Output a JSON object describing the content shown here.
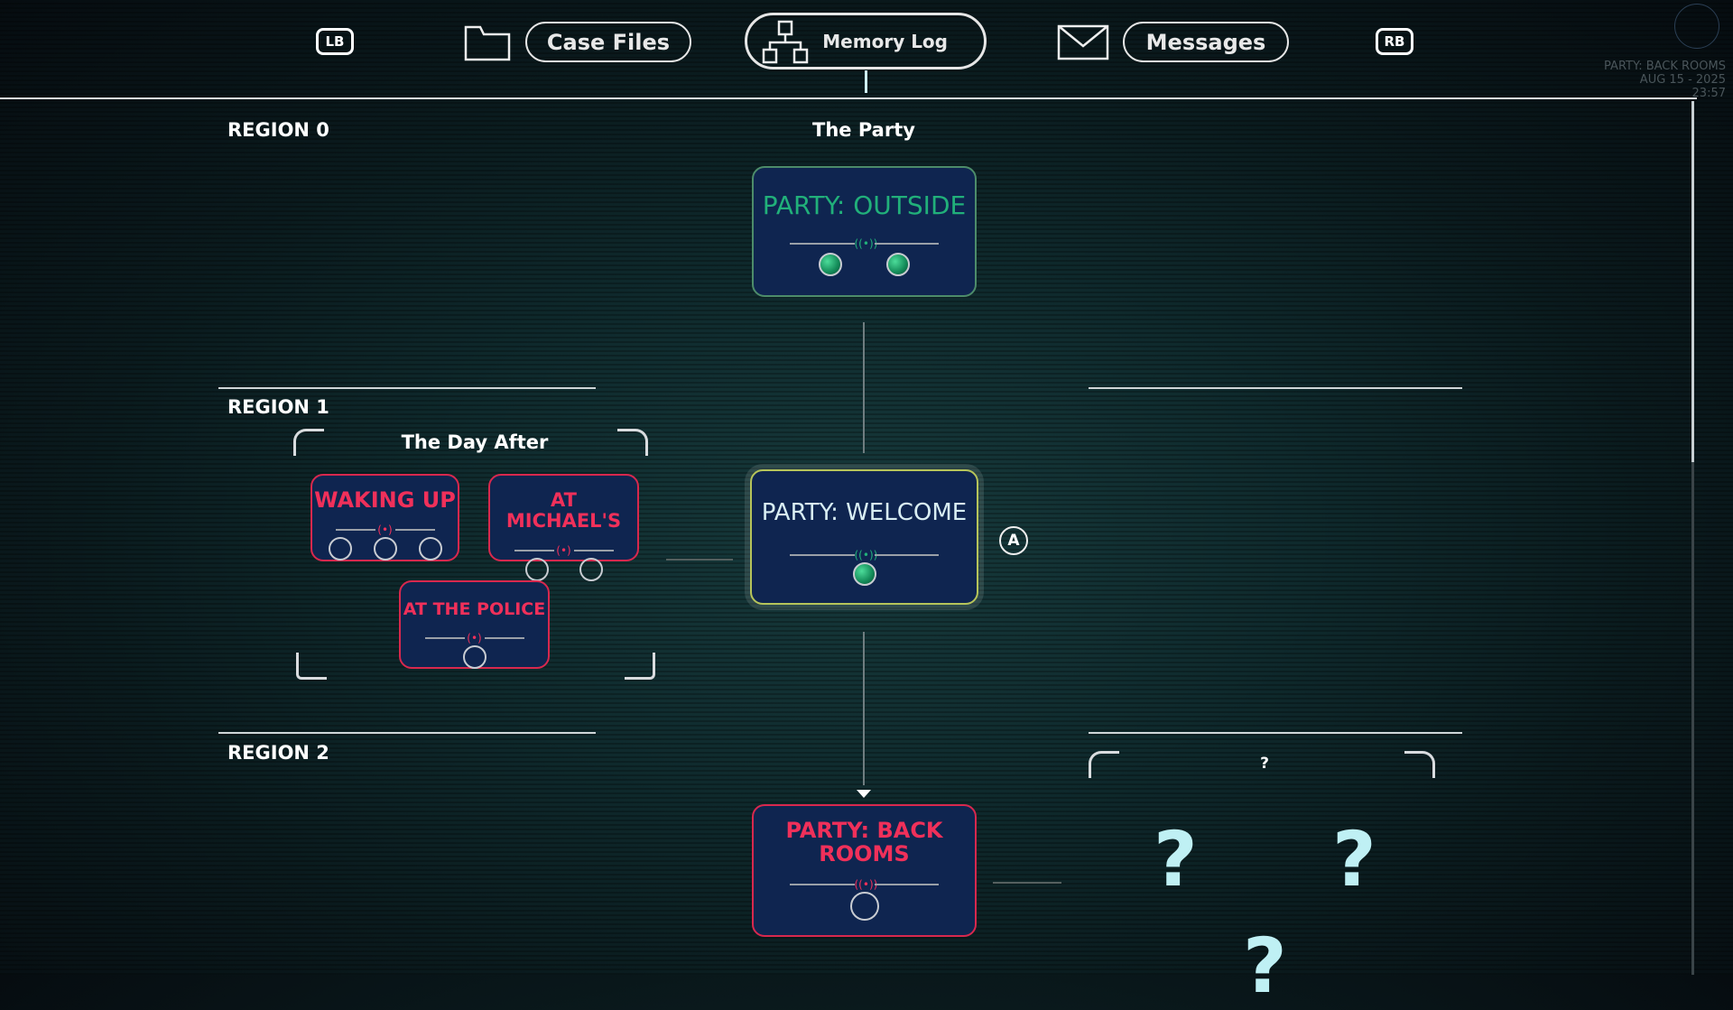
{
  "nav": {
    "left_bumper": "LB",
    "right_bumper": "RB",
    "tabs": [
      {
        "label": "Case Files",
        "icon": "folder-icon"
      },
      {
        "label": "Memory Log",
        "icon": "hierarchy-icon",
        "active": true
      },
      {
        "label": "Messages",
        "icon": "mail-icon"
      }
    ]
  },
  "status": {
    "location": "PARTY: BACK ROOMS",
    "date": "AUG 15 - 2025",
    "time": "23:57"
  },
  "regions": [
    {
      "label": "REGION 0",
      "group": "The Party",
      "memories": [
        {
          "title": "PARTY: OUTSIDE",
          "state": "complete",
          "fragments_found": 2,
          "fragments_total": 2
        }
      ]
    },
    {
      "label": "REGION 1",
      "group": "The Day After",
      "memories": [
        {
          "title": "WAKING UP",
          "state": "locked",
          "fragments_found": 0,
          "fragments_total": 3
        },
        {
          "title": "AT MICHAEL'S",
          "state": "locked",
          "fragments_found": 0,
          "fragments_total": 2
        },
        {
          "title": "AT THE POLICE",
          "state": "locked",
          "fragments_found": 0,
          "fragments_total": 1
        }
      ],
      "center": {
        "title": "PARTY: WELCOME",
        "state": "selected",
        "fragments_found": 1,
        "fragments_total": 1,
        "action": "A"
      }
    },
    {
      "label": "REGION 2",
      "center": {
        "title": "PARTY: BACK ROOMS",
        "state": "locked",
        "fragments_found": 0,
        "fragments_total": 1
      },
      "unknown_group": {
        "title": "?",
        "items": [
          "?",
          "?",
          "?"
        ]
      }
    }
  ],
  "colors": {
    "complete": "#21b07a",
    "locked": "#f0305a",
    "card_bg": "#0f2550"
  }
}
